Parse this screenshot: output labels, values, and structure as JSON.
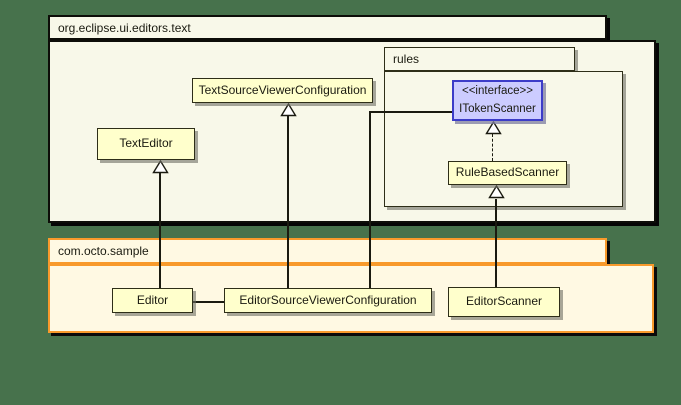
{
  "diagram": {
    "type": "uml-class-diagram",
    "packages": {
      "eclipse": {
        "title": "org.eclipse.ui.editors.text"
      },
      "rules": {
        "title": "rules"
      },
      "sample": {
        "title": "com.octo.sample"
      }
    },
    "classes": {
      "textSourceViewerConfiguration": {
        "name": "TextSourceViewerConfiguration"
      },
      "textEditor": {
        "name": "TextEditor"
      },
      "iTokenScanner": {
        "stereotype": "<<interface>>",
        "name": "ITokenScanner"
      },
      "ruleBasedScanner": {
        "name": "RuleBasedScanner"
      },
      "editor": {
        "name": "Editor"
      },
      "editorSourceViewerConfiguration": {
        "name": "EditorSourceViewerConfiguration"
      },
      "editorScanner": {
        "name": "EditorScanner"
      }
    },
    "relationships": [
      {
        "from": "Editor",
        "to": "TextEditor",
        "type": "generalization"
      },
      {
        "from": "EditorSourceViewerConfiguration",
        "to": "TextSourceViewerConfiguration",
        "type": "generalization"
      },
      {
        "from": "EditorSourceViewerConfiguration",
        "to": "ITokenScanner",
        "type": "association"
      },
      {
        "from": "RuleBasedScanner",
        "to": "ITokenScanner",
        "type": "realization"
      },
      {
        "from": "EditorScanner",
        "to": "RuleBasedScanner",
        "type": "generalization"
      },
      {
        "from": "Editor",
        "to": "EditorSourceViewerConfiguration",
        "type": "association"
      }
    ],
    "colors": {
      "background": "#47724C",
      "package_fill": "#F8F8E9",
      "sample_fill": "#FFF9E3",
      "class_fill": "#FFFFCC",
      "interface_fill": "#CCCCFF",
      "interface_border": "#3C3CC8",
      "sample_border": "#F89A2C",
      "line": "#1A1A10"
    }
  }
}
